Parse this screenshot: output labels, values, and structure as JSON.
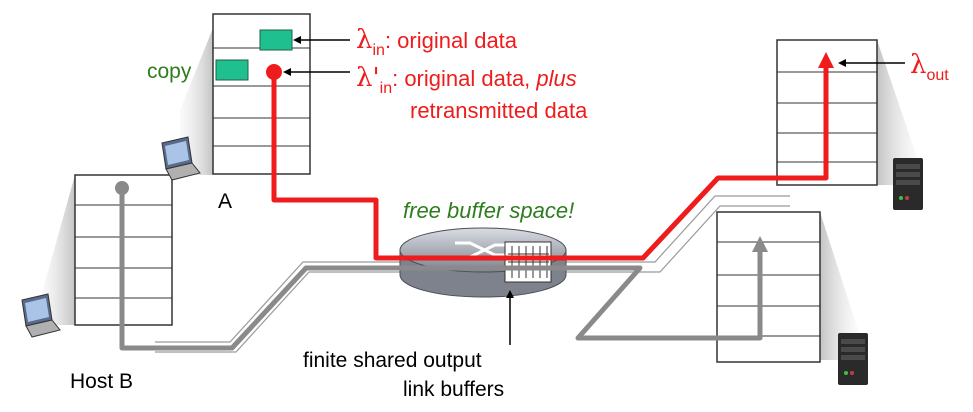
{
  "labels": {
    "copy": "copy",
    "host_a": "A",
    "host_b": "Host B",
    "free_buffer": "free buffer space!",
    "buffers_line1": "finite shared output",
    "buffers_line2": "link buffers"
  },
  "lambda_in": {
    "symbol": "λ",
    "subscript": "in",
    "description": ": original data"
  },
  "lambda_prime_in": {
    "symbol": "λ'",
    "subscript": "in",
    "description": ": original data, ",
    "emphasis": "plus",
    "line2": "retransmitted data"
  },
  "lambda_out": {
    "symbol": "λ",
    "subscript": "out"
  },
  "colors": {
    "red_flow": "#ee1c1c",
    "grey_flow": "#8a8a8a",
    "green_text": "#2e7d1f",
    "packet": "#1fbf8f",
    "stack_shadow": "#c8c8c8"
  }
}
